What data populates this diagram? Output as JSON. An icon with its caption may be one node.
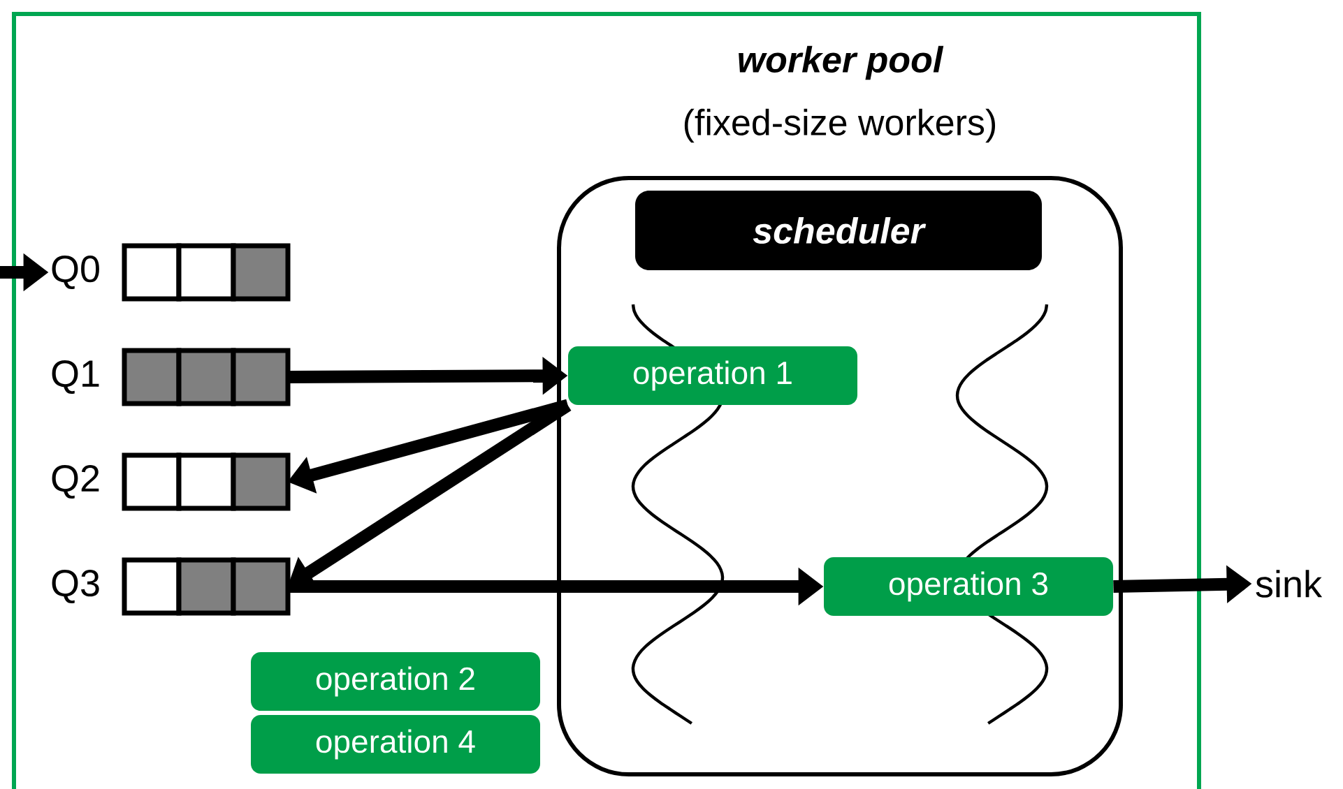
{
  "diagram": {
    "nodes": [
      {
        "text": [
          "worker pool",
          "(fixed-size workers)"
        ]
      },
      {
        "text": [
          "scheduler"
        ],
        "in": 0
      },
      {
        "text": [
          "operation 1"
        ],
        "in": 0
      },
      {
        "text": [
          "operation 3"
        ],
        "in": 0
      },
      {
        "text": [
          "Q0"
        ]
      },
      {
        "text": [
          "Q1"
        ]
      },
      {
        "text": [
          "Q2"
        ]
      },
      {
        "text": [
          "Q3"
        ]
      },
      {
        "text": [
          "operation 2"
        ]
      },
      {
        "text": [
          "operation 4"
        ]
      },
      {
        "text": [
          "sink"
        ]
      }
    ],
    "edges": [
      {
        "from": null,
        "to": 4,
        "arrow": "to"
      },
      {
        "from": 5,
        "to": 2,
        "arrow": "to"
      },
      {
        "from": 2,
        "to": 6,
        "arrow": "to"
      },
      {
        "from": 2,
        "to": 7,
        "arrow": "to"
      },
      {
        "from": 7,
        "to": 3,
        "arrow": "to"
      },
      {
        "from": 3,
        "to": 10,
        "arrow": "to"
      }
    ]
  }
}
